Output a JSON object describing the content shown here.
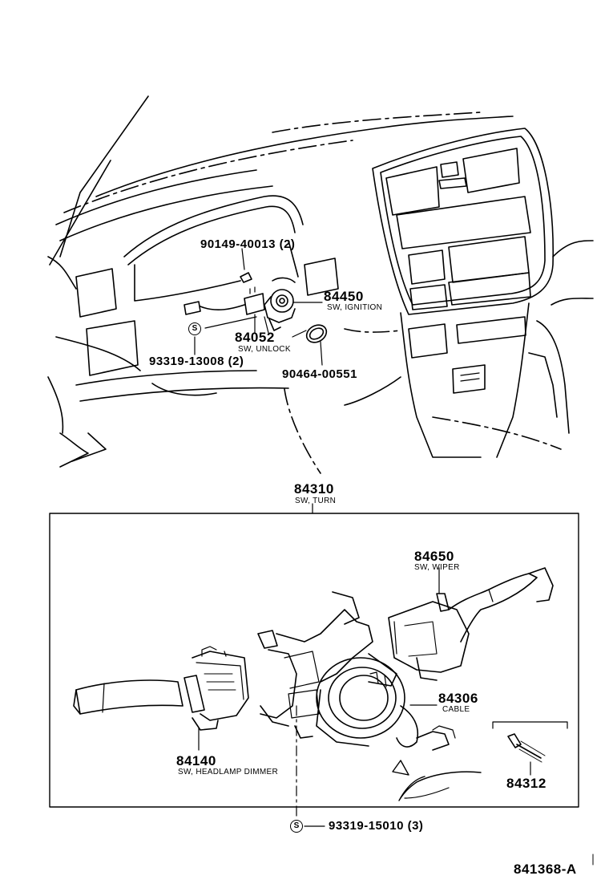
{
  "parts": {
    "p_90149": "90149-40013 (2)",
    "p_84450": "84450",
    "c_84450": "SW, IGNITION",
    "p_84052": "84052",
    "c_84052": "SW, UNLOCK",
    "p_93319_13008": "93319-13008 (2)",
    "p_90464": "90464-00551",
    "p_84310": "84310",
    "c_84310": "SW, TURN",
    "p_84650": "84650",
    "c_84650": "SW, WIPER",
    "p_84306": "84306",
    "c_84306": "CABLE",
    "p_84140": "84140",
    "c_84140": "SW, HEADLAMP DIMMER",
    "p_84312": "84312",
    "p_93319_15010": "93319-15010 (3)",
    "s_symbol": "S"
  },
  "figure_id": "841368-A"
}
